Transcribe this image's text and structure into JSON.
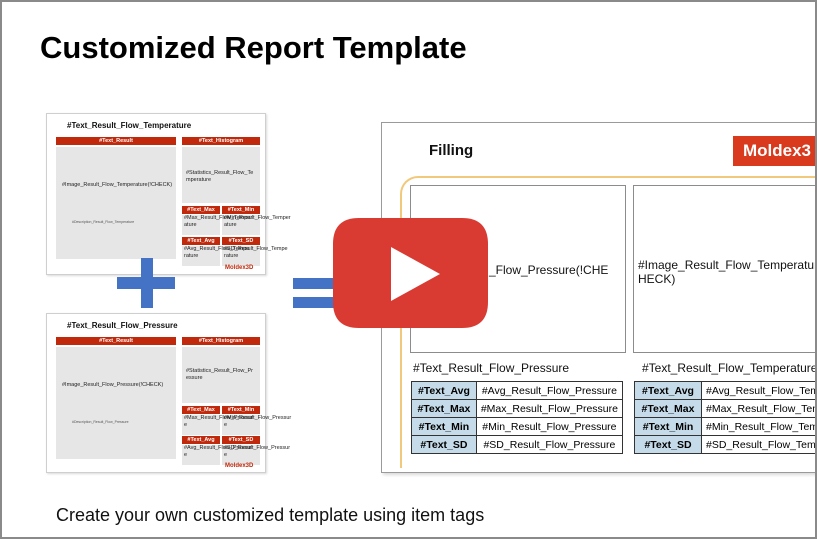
{
  "slide": {
    "title": "Customized Report Template",
    "caption": "Create your own customized template using item tags"
  },
  "template1": {
    "title": "#Text_Result_Flow_Temperature",
    "result_header": "#Text_Result",
    "histogram_header": "#Text_Histogram",
    "image_tag": "#Image_Result_Flow_Temperature(!CHECK)",
    "description_tag": "#Description_Result_Flow_Temperature",
    "statistics_tag": "#Statistics_Result_Flow_Te mperature",
    "max_header": "#Text_Max",
    "min_header": "#Text_Min",
    "avg_header": "#Text_Avg",
    "sd_header": "#Text_SD",
    "max_value": "#Max_Result_Flow_Temper ature",
    "min_value": "#Min_Result_Flow_Temper ature",
    "avg_value": "#Avg_Result_Flow_Tempe rature",
    "sd_value": "#SD_Result_Flow_Tempe rature",
    "logo": "Moldex3D"
  },
  "template2": {
    "title": "#Text_Result_Flow_Pressure",
    "result_header": "#Text_Result",
    "histogram_header": "#Text_Histogram",
    "image_tag": "#Image_Result_Flow_Pressure(!CHECK)",
    "description_tag": "#Description_Result_Flow_Pressure",
    "statistics_tag": "#Statistics_Result_Flow_Pr essure",
    "max_header": "#Text_Max",
    "min_header": "#Text_Min",
    "avg_header": "#Text_Avg",
    "sd_header": "#Text_SD",
    "max_value": "#Max_Result_Flow_Pressur e",
    "min_value": "#Min_Result_Flow_Pressur e",
    "avg_value": "#Avg_Result_Flow_Pressur e",
    "sd_value": "#SD_Result_Flow_Pressur e",
    "logo": "Moldex3D"
  },
  "output": {
    "section_title": "Filling",
    "logo": "Moldex3",
    "left_image_tag": "_Flow_Pressure(!CHE",
    "right_image_tag": "#Image_Result_Flow_Temperature(!CHECK)",
    "left_section": "#Text_Result_Flow_Pressure",
    "right_section": "#Text_Result_Flow_Temperature",
    "left_table": [
      {
        "key": "#Text_Avg",
        "value": "#Avg_Result_Flow_Pressure"
      },
      {
        "key": "#Text_Max",
        "value": "#Max_Result_Flow_Pressure"
      },
      {
        "key": "#Text_Min",
        "value": "#Min_Result_Flow_Pressure"
      },
      {
        "key": "#Text_SD",
        "value": "#SD_Result_Flow_Pressure"
      }
    ],
    "right_table": [
      {
        "key": "#Text_Avg",
        "value": "#Avg_Result_Flow_Temper"
      },
      {
        "key": "#Text_Max",
        "value": "#Max_Result_Flow_Temper"
      },
      {
        "key": "#Text_Min",
        "value": "#Min_Result_Flow_Temper"
      },
      {
        "key": "#Text_SD",
        "value": "#SD_Result_Flow_Tempera"
      }
    ]
  },
  "video": {
    "play_icon": "youtube-play-icon",
    "play_color": "#d93a32"
  },
  "colors": {
    "accent_red": "#c0290b",
    "operator_blue": "#4472c4",
    "table_key_blue": "#c5dbe9",
    "rule_orange": "#f2c87a"
  }
}
